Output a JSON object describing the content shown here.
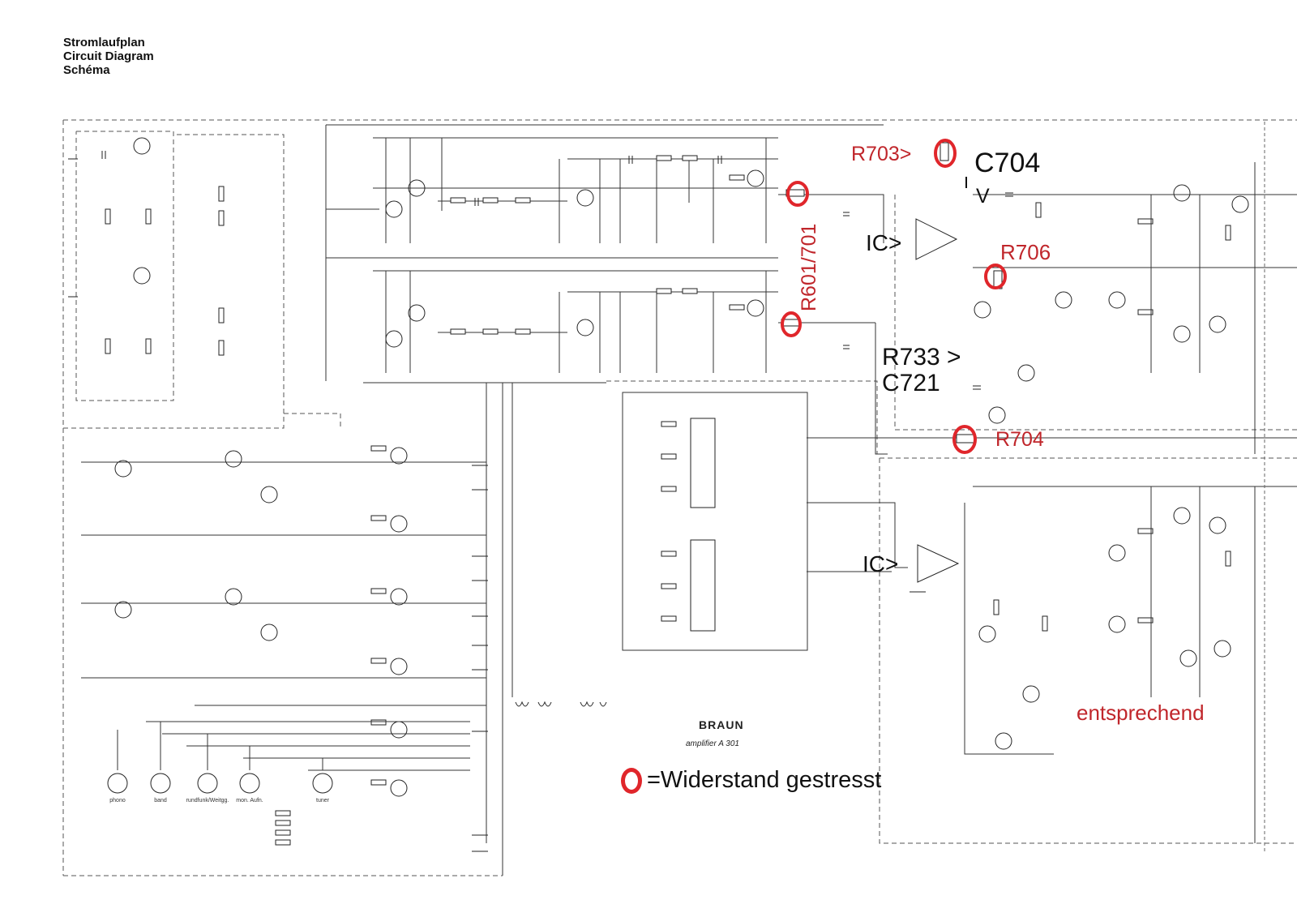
{
  "title": {
    "line1": "Stromlaufplan",
    "line2": "Circuit Diagram",
    "line3": "Schéma"
  },
  "brand": {
    "logo": "BRAUN",
    "model": "amplifier   A 301"
  },
  "legend": {
    "text": "=Widerstand gestresst"
  },
  "annotations": {
    "r703": "R703>",
    "c704": "C704",
    "v_mark": "V",
    "ic_top": "IC>",
    "r601_701": "R601/701",
    "r706": "R706",
    "r733": "R733 >",
    "c721": "C721",
    "r704": "R704",
    "ic_bottom": "IC>",
    "entsprechend": "entsprechend"
  },
  "connectors": {
    "phono": "phono",
    "band": "band",
    "rundfunk": "rundfunk/Weitgg.",
    "mon_aufn": "mon. Aufn.",
    "tuner": "tuner"
  },
  "colors": {
    "line": "#222222",
    "annotation_red": "#c0262b",
    "marker_ring": "#e0262b",
    "paper": "#ffffff"
  }
}
